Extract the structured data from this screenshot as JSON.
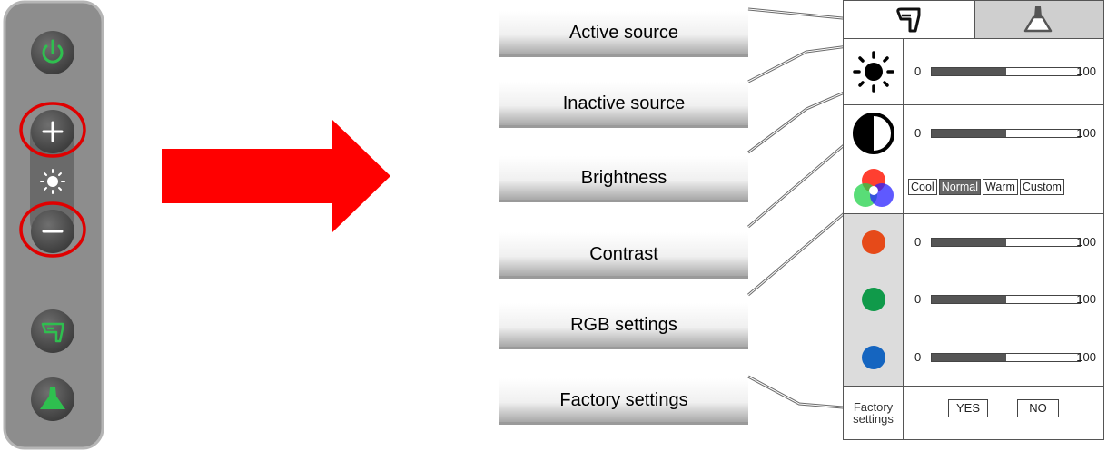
{
  "labels": {
    "active_source": "Active source",
    "inactive_source": "Inactive source",
    "brightness": "Brightness",
    "contrast": "Contrast",
    "rgb_settings": "RGB settings",
    "factory_settings": "Factory settings"
  },
  "panel": {
    "brightness": {
      "min": "0",
      "max": "100",
      "level": 0.5
    },
    "contrast": {
      "min": "0",
      "max": "100",
      "level": 0.5
    },
    "color_modes": [
      "Cool",
      "Normal",
      "Warm",
      "Custom"
    ],
    "selected_mode": "Normal",
    "red": {
      "min": "0",
      "max": "100",
      "level": 0.5
    },
    "green": {
      "min": "0",
      "max": "100",
      "level": 0.5
    },
    "blue": {
      "min": "0",
      "max": "100",
      "level": 0.5
    },
    "factory": {
      "line1": "Factory",
      "line2": "settings",
      "yes": "YES",
      "no": "NO"
    }
  },
  "colors": {
    "arrow": "#ff0000",
    "highlight": "#e00000",
    "button_green": "#2fbf4f",
    "red_dot": "#e64a19",
    "green_dot": "#109a4a",
    "blue_dot": "#1565c0"
  },
  "icons": [
    "power-icon",
    "plus-icon",
    "sun-icon",
    "minus-icon",
    "handheld-lamp-icon",
    "ceiling-lamp-icon",
    "contrast-icon",
    "rgb-icon"
  ]
}
